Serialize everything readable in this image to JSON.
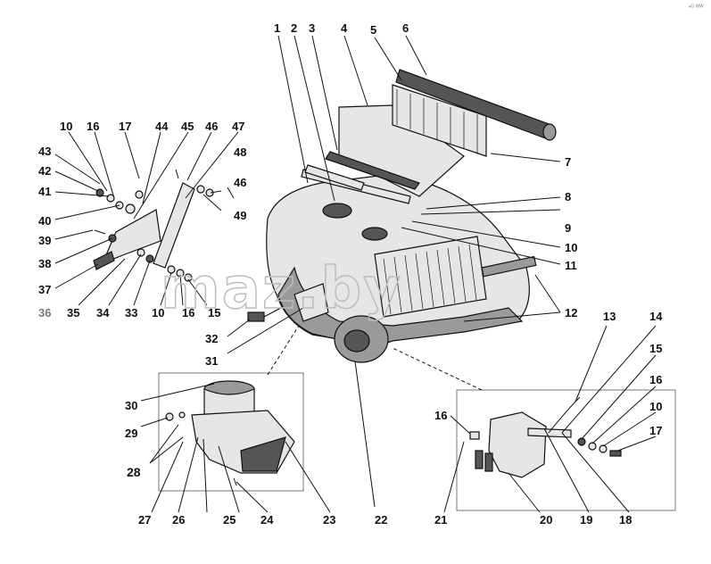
{
  "diagram": {
    "watermark": "maz.by",
    "corner_mark": "•ᴳ ᵂᵂ",
    "part_numbers": [
      "1",
      "2",
      "3",
      "4",
      "5",
      "6",
      "7",
      "8",
      "9",
      "10",
      "11",
      "12",
      "13",
      "14",
      "15",
      "16",
      "17",
      "18",
      "19",
      "20",
      "21",
      "22",
      "23",
      "24",
      "25",
      "26",
      "27",
      "28",
      "29",
      "30",
      "31",
      "32",
      "33",
      "34",
      "35",
      "36",
      "37",
      "38",
      "39",
      "40",
      "41",
      "42",
      "43",
      "44",
      "45",
      "46",
      "47",
      "48",
      "49"
    ]
  }
}
